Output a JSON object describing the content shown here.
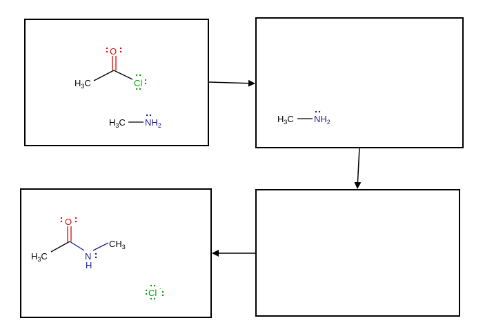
{
  "colors": {
    "frame": "#000000",
    "oxygen": "#e00000",
    "chlorine": "#00a000",
    "nitrogen": "#1a1a8c",
    "carbon": "#000000"
  },
  "panels": {
    "reactants": {
      "acid_chloride": {
        "methyl": "H",
        "methyl_sub": "3",
        "methyl_c": "C",
        "oxygen": "O",
        "chlorine": "Cl"
      },
      "amine": {
        "methyl": "H",
        "methyl_sub": "3",
        "methyl_c": "C",
        "nitrogen": "N",
        "nitrogen_h": "H",
        "nitrogen_h_sub": "2"
      }
    },
    "step1": {
      "amine": {
        "methyl": "H",
        "methyl_sub": "3",
        "methyl_c": "C",
        "nitrogen": "N",
        "nitrogen_h": "H",
        "nitrogen_h_sub": "2"
      }
    },
    "step2": {},
    "products": {
      "amide": {
        "methyl": "H",
        "methyl_sub": "3",
        "methyl_c": "C",
        "oxygen": "O",
        "nitrogen": "N",
        "nitrogen_h": "H",
        "n_methyl_c": "CH",
        "n_methyl_sub": "3"
      },
      "chloride": {
        "symbol": "Cl",
        "charge": "-"
      }
    }
  }
}
